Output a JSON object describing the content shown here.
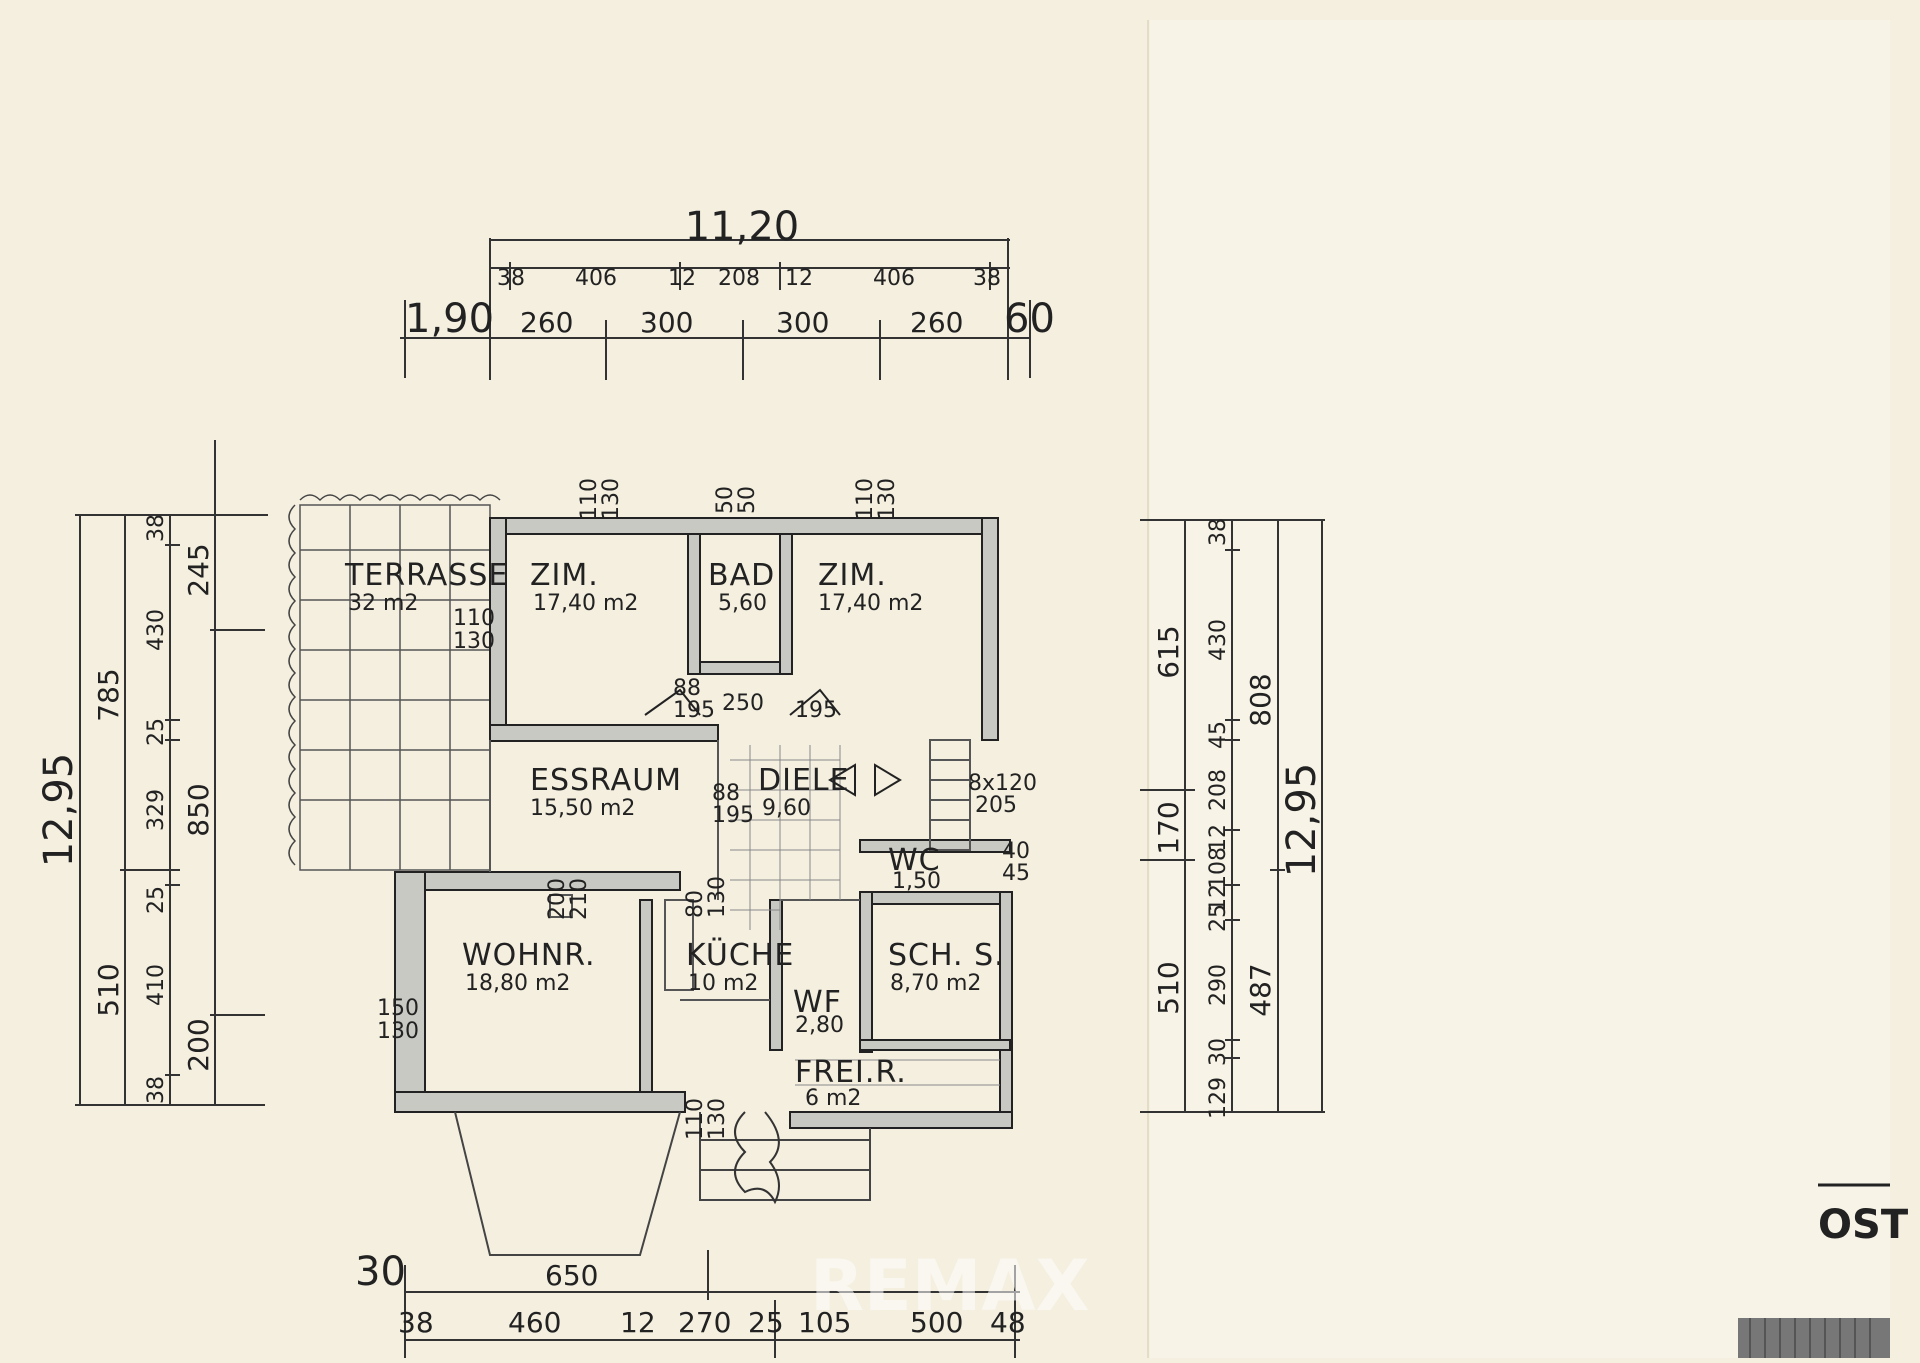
{
  "rooms": {
    "terrasse": {
      "name": "TERRASSE",
      "area": "32 m2"
    },
    "zim1": {
      "name": "ZIM.",
      "area": "17,40 m2"
    },
    "bad": {
      "name": "BAD",
      "area": "5,60"
    },
    "zim2": {
      "name": "ZIM.",
      "area": "17,40 m2"
    },
    "essraum": {
      "name": "ESSRAUM",
      "area": "15,50 m2"
    },
    "diele": {
      "name": "DIELE",
      "area": "9,60"
    },
    "wc": {
      "name": "WC",
      "area": "1,50"
    },
    "wohnr": {
      "name": "WOHNR.",
      "area": "18,80 m2"
    },
    "kueche": {
      "name": "KÜCHE",
      "area": "10 m2"
    },
    "schs": {
      "name": "SCH. S.",
      "area": "8,70 m2"
    },
    "wf": {
      "name": "WF",
      "area": "2,80"
    },
    "freir": {
      "name": "FREI.R.",
      "area": "6 m2"
    }
  },
  "top_dims": {
    "overall": "11,20",
    "row1": [
      "38",
      "406",
      "12",
      "208",
      "12",
      "406",
      "38"
    ],
    "row2_left": "1,90",
    "row2": [
      "260",
      "300",
      "300",
      "260"
    ],
    "row2_right": "60"
  },
  "bottom_dims": {
    "left": "30",
    "row1": [
      "650"
    ],
    "row2": [
      "38",
      "460",
      "12",
      "270",
      "25",
      "105",
      "500",
      "48"
    ]
  },
  "left_dims": {
    "overall": "12,95",
    "col1": [
      "785",
      "510"
    ],
    "col2": [
      "38",
      "430",
      "25",
      "329",
      "25",
      "410",
      "38"
    ],
    "col3": [
      "245",
      "850",
      "200"
    ]
  },
  "right_dims": {
    "overall": "12,95",
    "col1": [
      "615",
      "170",
      "510"
    ],
    "col2": [
      "38",
      "430",
      "45",
      "208",
      "12",
      "108",
      "12",
      "25",
      "290",
      "30",
      "129"
    ],
    "col3": [
      "808",
      "487"
    ]
  },
  "openings": {
    "zim1_window": [
      "110",
      "130"
    ],
    "bad_window": [
      "50",
      "50"
    ],
    "zim2_window": [
      "110",
      "130"
    ],
    "terrasse_door": [
      "110",
      "130"
    ],
    "essraum_window": [
      "200",
      "210"
    ],
    "kueche_window": [
      "80",
      "130"
    ],
    "wohnr_window": [
      "150",
      "130"
    ],
    "entrance": [
      "110",
      "130"
    ],
    "stair": "8x120",
    "stair_sub": "205",
    "wc_door": [
      "40",
      "45"
    ],
    "door1": [
      "88",
      "195"
    ],
    "door2": [
      "88",
      "195"
    ],
    "bad_door": [
      "250",
      "195"
    ]
  },
  "compass": "OST",
  "watermark": "REMAX"
}
